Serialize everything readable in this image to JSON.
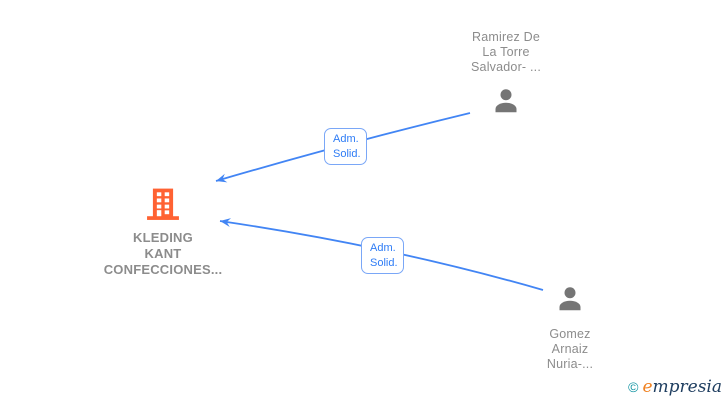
{
  "diagram": {
    "company": {
      "name_lines": [
        "KLEDING",
        "KANT",
        "CONFECCIONES..."
      ]
    },
    "persons": [
      {
        "name_lines": [
          "Ramirez De",
          "La Torre",
          "Salvador- ..."
        ]
      },
      {
        "name_lines": [
          "Gomez",
          "Arnaiz",
          "Nuria-..."
        ]
      }
    ],
    "edges": [
      {
        "from": "Ramirez De La Torre Salvador- ...",
        "to": "KLEDING KANT CONFECCIONES...",
        "label_lines": [
          "Adm.",
          "Solid."
        ]
      },
      {
        "from": "Gomez Arnaiz Nuria-...",
        "to": "KLEDING KANT CONFECCIONES...",
        "label_lines": [
          "Adm.",
          "Solid."
        ]
      }
    ],
    "colors": {
      "edge_blue": "#4285F4",
      "edge_label_text": "#2E7CF5",
      "edge_label_border": "#7AA7F7",
      "node_label_gray": "#8C8C8C",
      "person_icon_gray": "#757575",
      "building_orange": "#FF6233",
      "background": "#FFFFFF"
    }
  },
  "watermark": {
    "copyright": "©",
    "brand_initial": "e",
    "brand_rest": "mpresia",
    "copyright_color": "#0F93A2",
    "initial_color": "#F08222",
    "brand_color": "#1F3E60"
  }
}
